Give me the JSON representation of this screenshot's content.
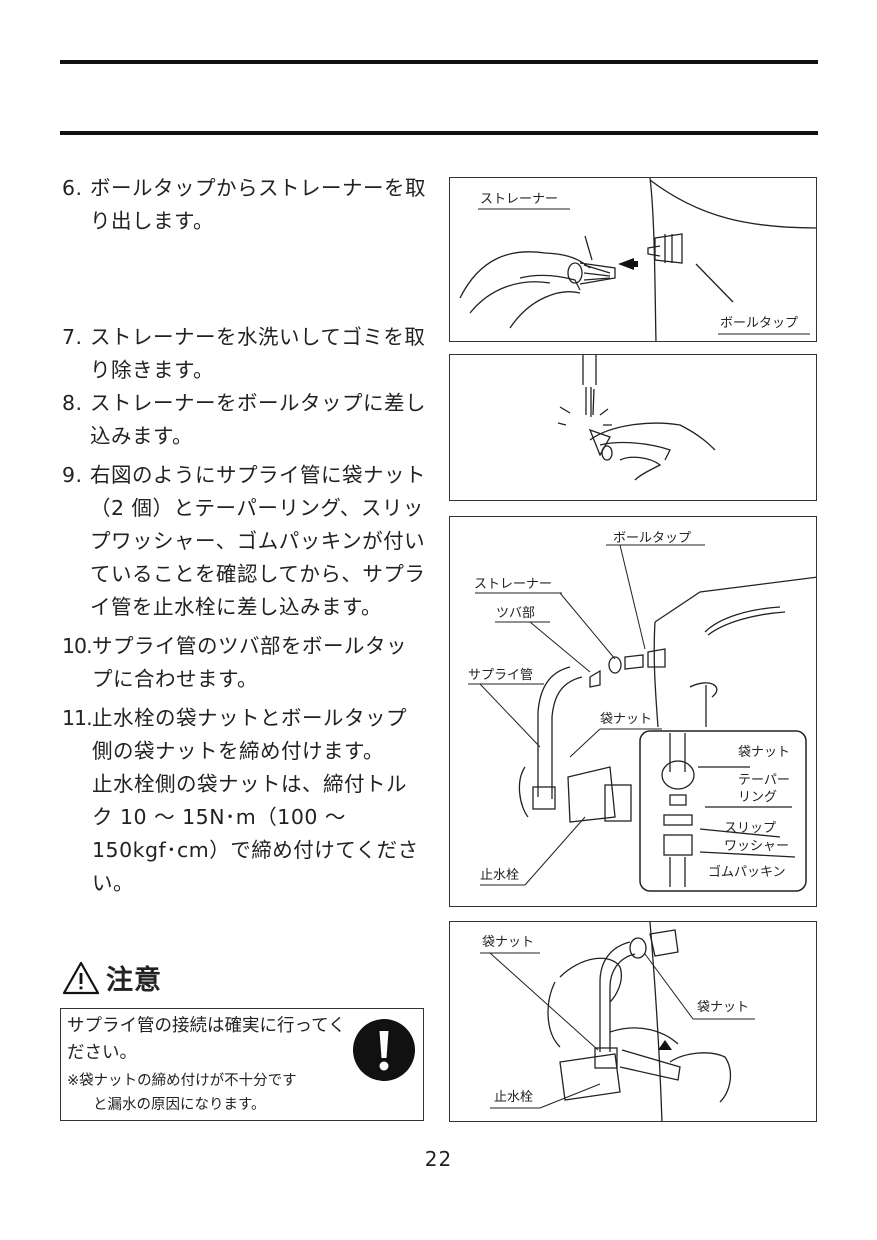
{
  "steps": [
    {
      "num": "6.",
      "text": "ボールタップからストレーナーを取り出します。"
    },
    {
      "num": "7.",
      "text": "ストレーナーを水洗いしてゴミを取り除きます。"
    },
    {
      "num": "8.",
      "text": "ストレーナーをボールタップに差し込みます。"
    },
    {
      "num": "9.",
      "text": "右図のようにサプライ管に袋ナット（2 個）とテーパーリング、スリップワッシャー、ゴムパッキンが付いていることを確認してから、サプライ管を止水栓に差し込みます。"
    },
    {
      "num": "10.",
      "text": "サプライ管のツバ部をボールタップに合わせます。"
    },
    {
      "num": "11.",
      "text": "止水栓の袋ナットとボールタップ側の袋ナットを締め付けます。",
      "text2": "止水栓側の袋ナットは、締付トルク 10 ～ 15N･m（100 ～ 150kgf･cm）で締め付けてください。"
    }
  ],
  "figures": {
    "fig1": {
      "strainer": "ストレーナー",
      "balltap": "ボールタップ"
    },
    "fig3": {
      "balltap": "ボールタップ",
      "strainer": "ストレーナー",
      "flange": "ツバ部",
      "supply": "サプライ管",
      "nut": "袋ナット",
      "stopcock": "止水栓",
      "detail_nut": "袋ナット",
      "taper_ring_1": "テーパー",
      "taper_ring_2": "リング",
      "slip_1": "スリップ",
      "slip_2": "ワッシャー",
      "gasket": "ゴムパッキン"
    },
    "fig4": {
      "nut_top": "袋ナット",
      "nut_right": "袋ナット",
      "stopcock": "止水栓"
    }
  },
  "caution": {
    "title": "注意",
    "body": "サプライ管の接続は確実に行ってください。",
    "note1": "※袋ナットの締め付けが不十分です",
    "note2": "と漏水の原因になります。"
  },
  "page_number": "22"
}
